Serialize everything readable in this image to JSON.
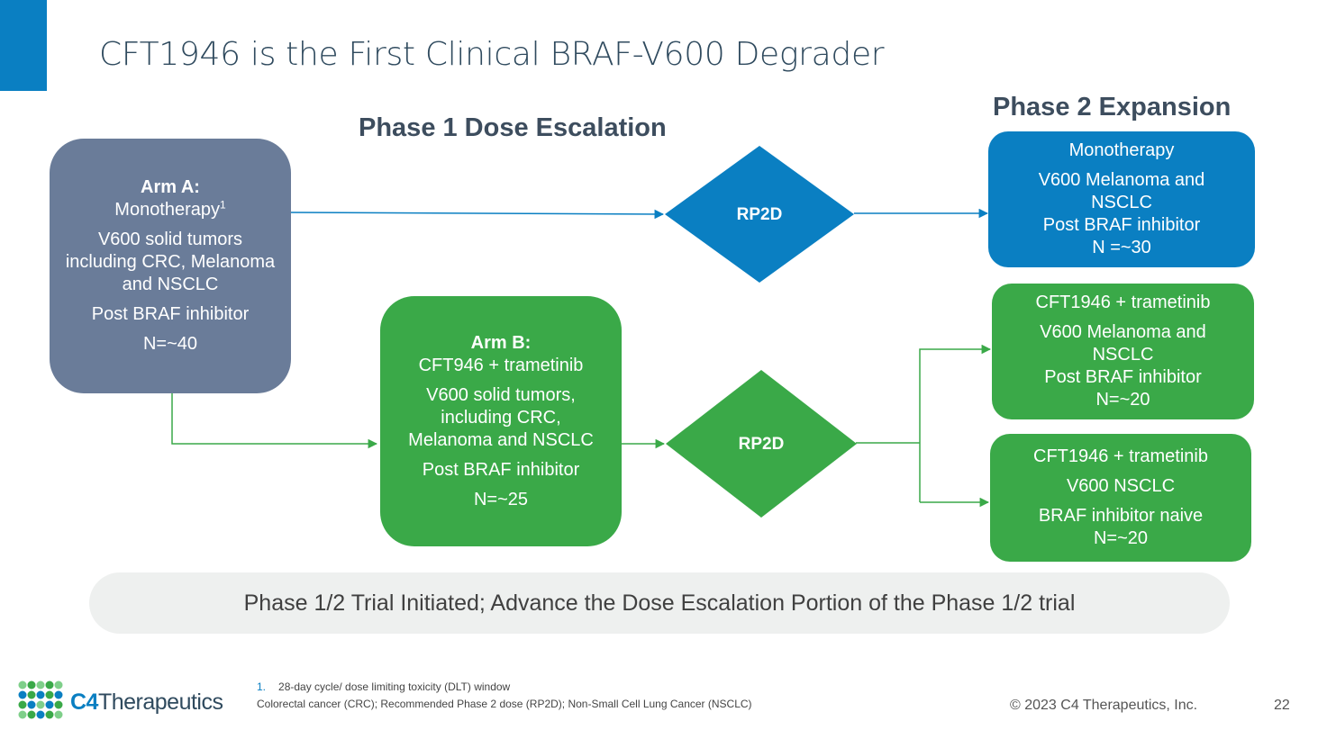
{
  "title": "CFT1946 is the First Clinical BRAF-V600 Degrader",
  "phase1_heading": "Phase 1 Dose Escalation",
  "phase2_heading": "Phase 2 Expansion",
  "arm_a": {
    "title": "Arm A:",
    "line1": "Monotherapy",
    "footnote_mark": "1",
    "population": "V600 solid tumors including CRC, Melanoma and NSCLC",
    "prior": "Post BRAF inhibitor",
    "n": "N=~40"
  },
  "arm_b": {
    "title": "Arm B:",
    "line1": "CFT946 + trametinib",
    "population": "V600 solid tumors, including CRC, Melanoma and NSCLC",
    "prior": "Post BRAF inhibitor",
    "n": "N=~25"
  },
  "diamond_top": "RP2D",
  "diamond_bottom": "RP2D",
  "exp_mono": {
    "line1": "Monotherapy",
    "population": "V600 Melanoma and NSCLC",
    "prior": "Post BRAF inhibitor",
    "n": "N =~30"
  },
  "exp_combo1": {
    "line1": "CFT1946 + trametinib",
    "population": "V600 Melanoma and NSCLC",
    "prior": "Post BRAF inhibitor",
    "n": "N=~20"
  },
  "exp_combo2": {
    "line1": "CFT1946 + trametinib",
    "population": "V600 NSCLC",
    "prior": "BRAF inhibitor naive",
    "n": "N=~20"
  },
  "banner": "Phase 1/2 Trial Initiated; Advance the Dose Escalation Portion of the Phase 1/2 trial",
  "footnotes": {
    "num": "1.",
    "note1": "28-day cycle/ dose limiting toxicity (DLT) window",
    "note2": "Colorectal cancer (CRC); Recommended Phase 2 dose (RP2D); Non-Small Cell Lung Cancer (NSCLC)"
  },
  "logo": {
    "prefix": "C4",
    "suffix": "Therapeutics"
  },
  "copyright": "© 2023 C4 Therapeutics, Inc.",
  "page_number": "22",
  "colors": {
    "arm_a": "#6a7c99",
    "green": "#3aa948",
    "blue": "#0a7fc2",
    "accent": "#0a7fc2"
  }
}
